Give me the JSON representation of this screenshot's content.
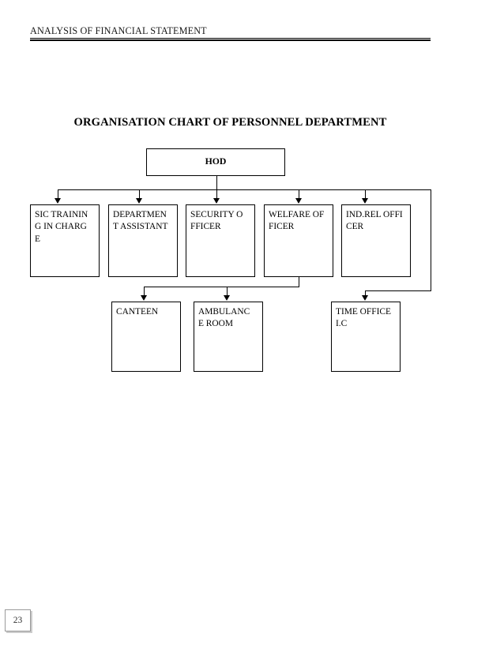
{
  "document": {
    "header_title": "ANALYSIS OF FINANCIAL STATEMENT",
    "page_number": "23"
  },
  "chart": {
    "title": "ORGANISATION CHART OF PERSONNEL DEPARTMENT",
    "root": {
      "label": "HOD"
    },
    "level1": [
      {
        "label": "SIC TRAINING IN CHARGE"
      },
      {
        "label": "DEPARTMENT ASSISTANT"
      },
      {
        "label": "SECURITY OFFICER"
      },
      {
        "label": "WELFARE OFFICER"
      },
      {
        "label": "IND.REL OFFICER"
      }
    ],
    "level2": [
      {
        "label": "CANTEEN"
      },
      {
        "label": "AMBULANCE ROOM"
      },
      {
        "label": "TIME OFFICE I.C"
      }
    ]
  }
}
